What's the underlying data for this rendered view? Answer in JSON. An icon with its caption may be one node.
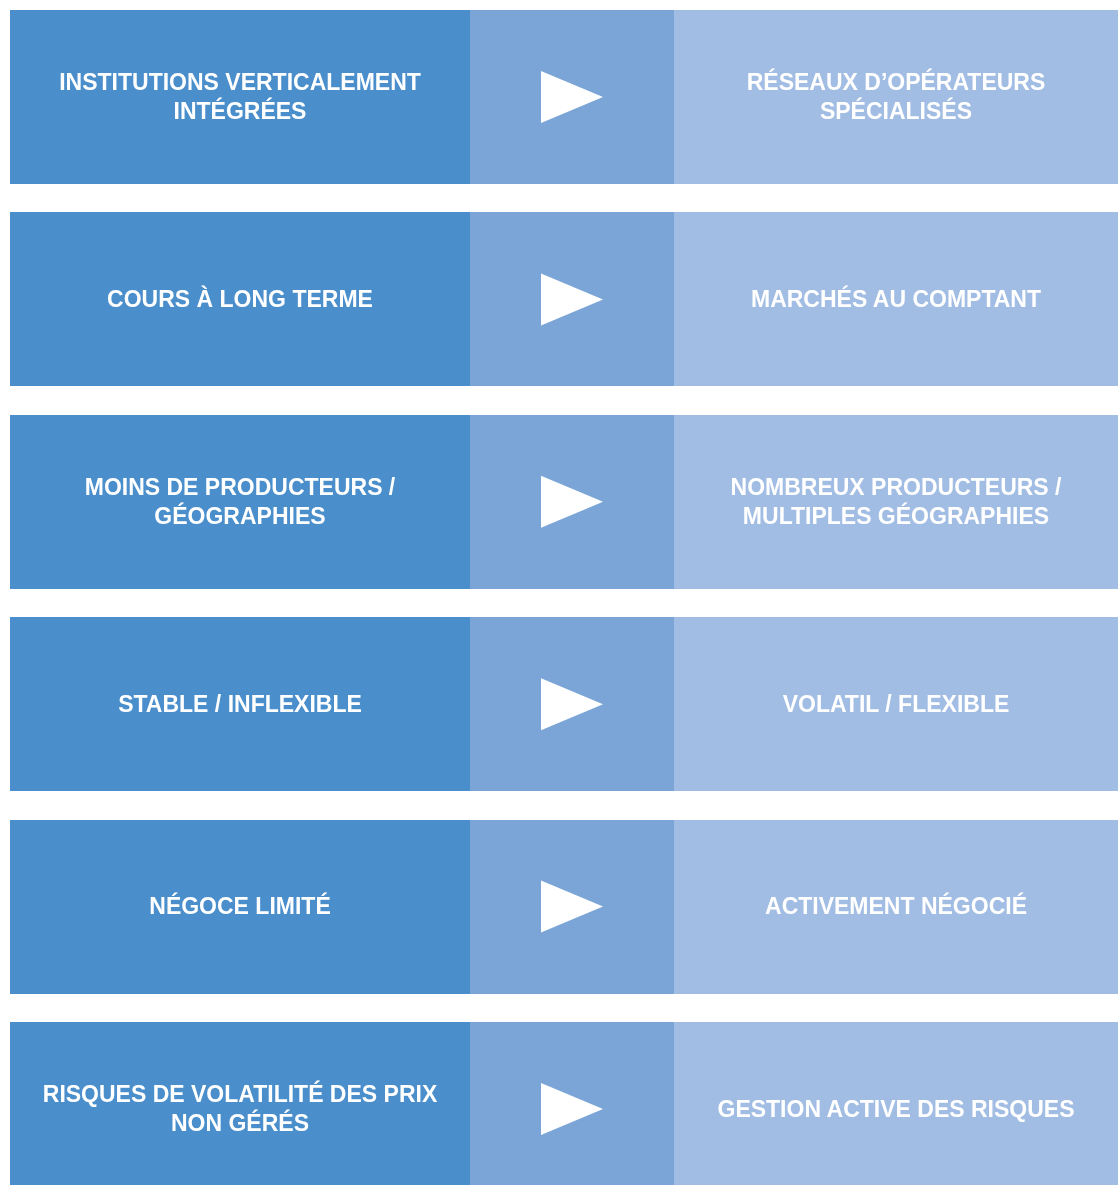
{
  "diagram": {
    "nodes": [
      {
        "text": [
          "INSTITUTIONS VERTICALEMENT INTÉGRÉES"
        ]
      },
      {
        "text": [
          "RÉSEAUX D’OPÉRATEURS SPÉCIALISÉS"
        ]
      },
      {
        "text": [
          "COURS À LONG TERME"
        ]
      },
      {
        "text": [
          "MARCHÉS AU COMPTANT"
        ]
      },
      {
        "text": [
          "MOINS DE PRODUCTEURS / GÉOGRAPHIES"
        ]
      },
      {
        "text": [
          "NOMBREUX PRODUCTEURS / MULTIPLES GÉOGRAPHIES"
        ]
      },
      {
        "text": [
          "STABLE / INFLEXIBLE"
        ]
      },
      {
        "text": [
          "VOLATIL / FLEXIBLE"
        ]
      },
      {
        "text": [
          "NÉGOCE LIMITÉ"
        ]
      },
      {
        "text": [
          "ACTIVEMENT NÉGOCIÉ"
        ]
      },
      {
        "text": [
          "RISQUES DE VOLATILITÉ DES PRIX NON GÉRÉS"
        ]
      },
      {
        "text": [
          "GESTION ACTIVE DES RISQUES"
        ]
      }
    ],
    "edges": [
      {
        "from": 0,
        "to": 1,
        "arrow": "to"
      },
      {
        "from": 2,
        "to": 3,
        "arrow": "to"
      },
      {
        "from": 4,
        "to": 5,
        "arrow": "to"
      },
      {
        "from": 6,
        "to": 7,
        "arrow": "to"
      },
      {
        "from": 8,
        "to": 9,
        "arrow": "to"
      },
      {
        "from": 10,
        "to": 11,
        "arrow": "to"
      }
    ]
  }
}
